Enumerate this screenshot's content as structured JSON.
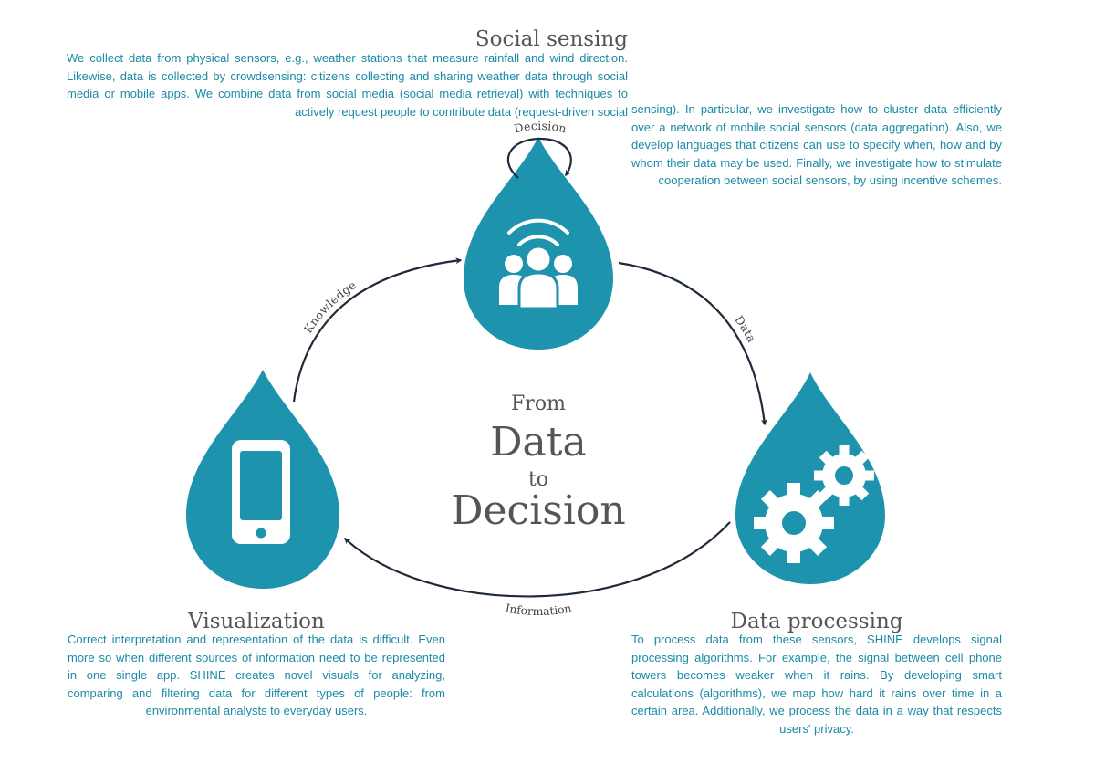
{
  "social": {
    "title": "Social sensing",
    "text_left": "We collect data from physical sensors, e.g., weather stations that measure rainfall and wind direction. Likewise, data is collected by crowdsensing: citizens collecting and sharing weather data through social media or mobile apps. We combine data from social media (social media retrieval) with techniques to actively request people to contribute data (request-driven social",
    "text_right": "sensing). In particular, we investigate how to cluster data efficiently over a network of mobile social sensors (data aggregation). Also, we develop languages that citizens can use to specify when, how and by whom their data may be used. Finally, we investigate how to stimulate cooperation between social sensors, by using incentive schemes."
  },
  "visualization": {
    "title": "Visualization",
    "text": "Correct interpretation and representation of the data is difficult. Even more so when different sources of information need to be represented in one single app. SHINE creates novel visuals for analyzing, comparing and filtering data for different types of people: from environmental analysts to everyday users."
  },
  "processing": {
    "title": "Data processing",
    "text": "To process data from these sensors, SHINE develops signal processing algorithms. For example, the signal between cell phone towers becomes weaker when it rains. By developing smart calculations (algorithms), we map how hard it rains over time in a certain area. Additionally, we process the data in a way that respects users' privacy."
  },
  "center": {
    "from": "From",
    "data": "Data",
    "to": "to",
    "decision": "Decision"
  },
  "arrows": {
    "decision": "Decision",
    "data": "Data",
    "information": "Information",
    "knowledge": "Knowledge"
  },
  "colors": {
    "drop": "#1e93ad",
    "text": "#1a8aa6",
    "title": "#555555",
    "arrow": "#1f2a3a"
  },
  "icons": {
    "social": "people-signal-icon",
    "processing": "gears-icon",
    "visualization": "smartphone-icon"
  }
}
